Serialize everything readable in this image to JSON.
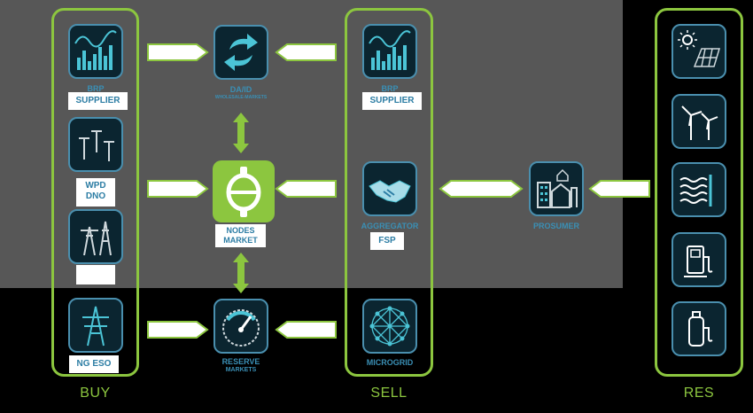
{
  "columns": {
    "buy": "BUY",
    "sell": "SELL",
    "res": "RES"
  },
  "buy": {
    "brp": "BRP",
    "supplier": "SUPPLIER",
    "wpd_line1": "WPD",
    "wpd_line2": "DNO",
    "ng_eso": "NG ESO"
  },
  "markets": {
    "daid": "DA/ID",
    "daid_sub": "WHOLESALE-MARKETS",
    "nodes_line1": "NODES",
    "nodes_line2": "MARKET",
    "reserve": "RESERVE",
    "reserve_sub": "MARKETS"
  },
  "sell": {
    "brp": "BRP",
    "supplier": "SUPPLIER",
    "aggregator": "AGGREGATOR",
    "fsp": "FSP",
    "microgrid": "MICROGRID"
  },
  "prosumer": "PROSUMER",
  "colors": {
    "green": "#8cc63f",
    "teal": "#3a8fb5",
    "grey": "#575757"
  }
}
